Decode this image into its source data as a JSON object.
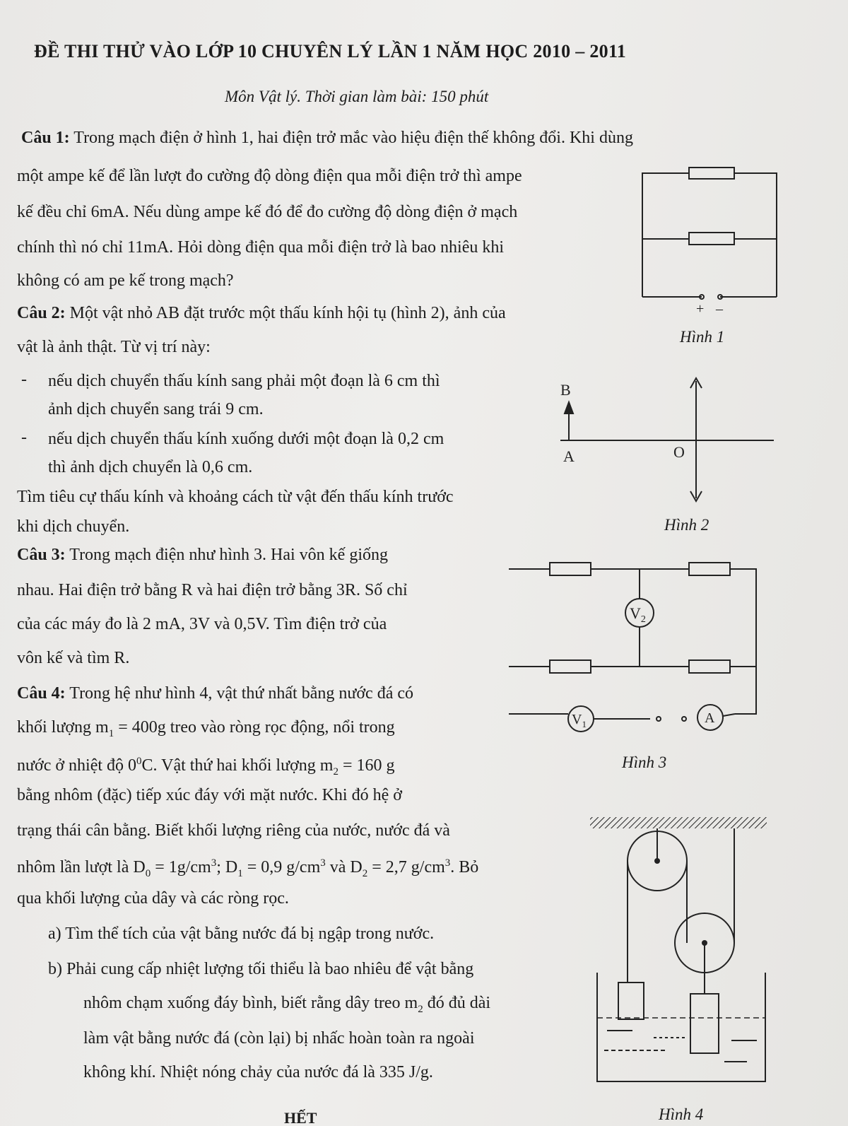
{
  "header": {
    "title": "ĐỀ THI THỬ VÀO LỚP 10 CHUYÊN LÝ LẦN 1 NĂM HỌC 2010 – 2011",
    "subtitle": "Môn Vật lý. Thời gian làm bài: 150 phút"
  },
  "q1": {
    "label": "Câu 1:",
    "line1": "Trong mạch điện ở hình 1, hai điện trở mắc vào hiệu điện thế không đổi. Khi dùng",
    "line2": "một ampe kế để lần lượt đo cường độ dòng điện qua mỗi điện trở thì ampe",
    "line3": "kế đều chỉ 6mA. Nếu dùng ampe kế đó để đo cường độ dòng điện ở mạch",
    "line4": "chính thì nó chỉ 11mA. Hỏi dòng điện qua mỗi điện trở là bao nhiêu khi",
    "line5": "không có am pe kế trong mạch?"
  },
  "q2": {
    "label": "Câu 2:",
    "line1": "Một vật nhỏ AB đặt trước một thấu kính hội tụ (hình 2), ảnh của",
    "line2": "vật là ảnh thật. Từ vị trí này:",
    "bullet_mark": "-",
    "b1_line1": "nếu dịch chuyển thấu kính sang phải một đoạn là 6 cm thì",
    "b1_line2": "ảnh dịch chuyển sang trái 9 cm.",
    "b2_line1": "nếu dịch chuyển thấu kính xuống dưới một đoạn là 0,2 cm",
    "b2_line2": "thì ảnh dịch chuyển là 0,6 cm.",
    "line3": "Tìm tiêu cự thấu kính và khoảng cách từ vật đến thấu kính trước",
    "line4": "khi dịch chuyển."
  },
  "q3": {
    "label": "Câu 3:",
    "line1": "Trong mạch điện như hình 3. Hai vôn kế giống",
    "line2": "nhau. Hai điện trở bằng R và hai điện trở bằng 3R. Số chỉ",
    "line3": "của các máy đo là 2 mA, 3V và 0,5V. Tìm điện trở của",
    "line4": "vôn kế và tìm R."
  },
  "q4": {
    "label": "Câu 4:",
    "line1": "Trong hệ như hình 4, vật thứ nhất bằng nước đá có",
    "line2_a": "khối lượng m",
    "line2_sub": "1",
    "line2_b": " = 400g treo vào ròng rọc động, nổi trong",
    "line3_a": "nước ở nhiệt độ 0",
    "line3_sup": "0",
    "line3_b": "C. Vật thứ hai khối lượng m",
    "line3_sub": "2",
    "line3_c": " = 160 g",
    "line4": "bằng nhôm (đặc) tiếp xúc đáy với mặt nước. Khi đó hệ ở",
    "line5": "trạng thái cân bằng. Biết khối lượng riêng của nước, nước đá và",
    "line6_a": "nhôm lần lượt là D",
    "line6_s0": "0",
    "line6_b": " = 1g/cm",
    "line6_p1": "3",
    "line6_c": "; D",
    "line6_s1": "1",
    "line6_d": " = 0,9 g/cm",
    "line6_p2": "3",
    "line6_e": " và D",
    "line6_s2": "2",
    "line6_f": " = 2,7 g/cm",
    "line6_p3": "3",
    "line6_g": ". Bỏ",
    "line7": "qua khối lượng của dây và các ròng rọc.",
    "a": "a)  Tìm thể tích của vật bằng nước đá bị ngập trong nước.",
    "b_line1": "b)  Phải cung cấp nhiệt lượng tối thiểu là bao nhiêu để vật bằng",
    "b_line2_a": "nhôm chạm xuống đáy bình, biết rằng dây treo m",
    "b_line2_sub": "2",
    "b_line2_b": " đó đủ dài",
    "b_line3": "làm vật bằng nước đá (còn lại) bị nhấc hoàn toàn ra ngoài",
    "b_line4": "không khí. Nhiệt nóng chảy của nước đá là 335 J/g."
  },
  "figures": {
    "fig1": {
      "caption": "Hình 1",
      "plus": "+",
      "minus": "–"
    },
    "fig2": {
      "caption": "Hình 2",
      "label_b": "B",
      "label_a": "A",
      "label_o": "O"
    },
    "fig3": {
      "caption": "Hình 3",
      "v2": "V",
      "v2_sub": "2",
      "v1": "V",
      "v1_sub": "1",
      "ammeter": "A"
    },
    "fig4": {
      "caption": "Hình 4"
    }
  },
  "footer": {
    "end": "HẾT"
  }
}
